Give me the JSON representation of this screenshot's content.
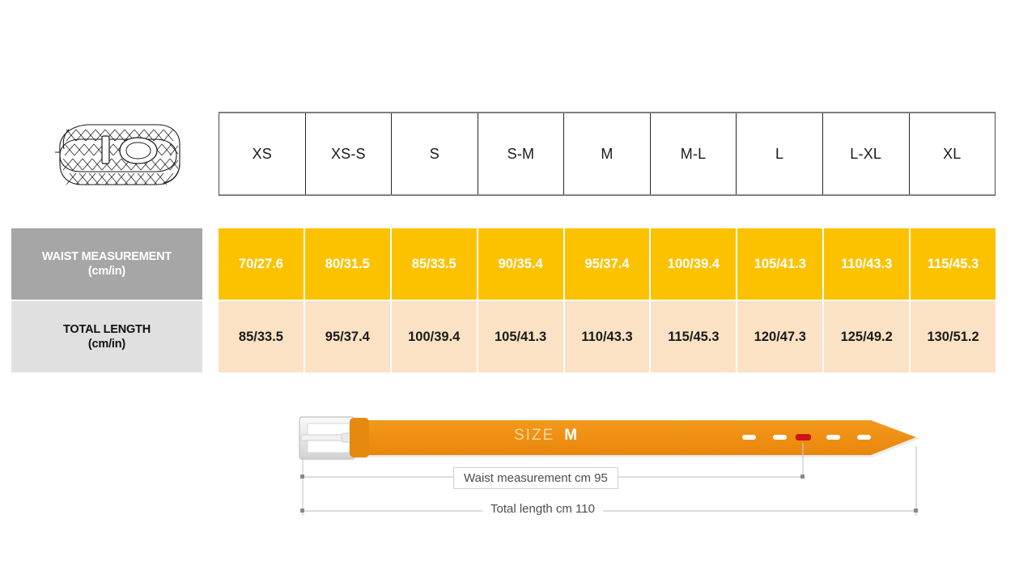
{
  "product_icon": {
    "name": "braided-belt-illustration"
  },
  "size_table": {
    "sizes": [
      "XS",
      "XS-S",
      "S",
      "S-M",
      "M",
      "M-L",
      "L",
      "L-XL",
      "XL"
    ],
    "rows": [
      {
        "key": "waist",
        "label": "WAIST MEASUREMENT",
        "unit": "(cm/in)",
        "label_bg": "#a6a6a6",
        "label_color": "#ffffff",
        "cell_bg": "#fcc200",
        "cell_color": "#ffffff",
        "values": [
          "70/27.6",
          "80/31.5",
          "85/33.5",
          "90/35.4",
          "95/37.4",
          "100/39.4",
          "105/41.3",
          "110/43.3",
          "115/45.3"
        ]
      },
      {
        "key": "length",
        "label": "TOTAL LENGTH",
        "unit": "(cm/in)",
        "label_bg": "#e0e0e0",
        "label_color": "#111111",
        "cell_bg": "#fce2c4",
        "cell_color": "#1a1a1a",
        "values": [
          "85/33.5",
          "95/37.4",
          "100/39.4",
          "105/41.3",
          "110/43.3",
          "115/45.3",
          "120/47.3",
          "125/49.2",
          "130/51.2"
        ]
      }
    ]
  },
  "belt_diagram": {
    "size_prefix": "SIZE",
    "size_value": "M",
    "waist_dimension_label": "Waist measurement cm 95",
    "total_length_dimension_label": "Total length cm 110",
    "strap_color": "#ef9015",
    "keeper_color": "#e8890f",
    "buckle_color": "#e8e8e8",
    "active_hole_color": "#cc1414",
    "hole_color": "#ffffff",
    "holes": 5,
    "active_hole_index": 2
  }
}
